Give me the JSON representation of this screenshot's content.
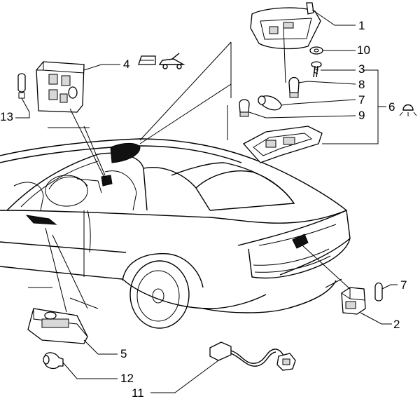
{
  "diagram": {
    "callouts": [
      {
        "id": "interior-roof-lamp",
        "label": "1"
      },
      {
        "id": "license-plate-lamp",
        "label": "2"
      },
      {
        "id": "lamp-screw",
        "label": "3"
      },
      {
        "id": "rear-lamp-switch-panel",
        "label": "4"
      },
      {
        "id": "door-courtesy-lamp",
        "label": "5"
      },
      {
        "id": "roof-lamp-group",
        "label": "6"
      },
      {
        "id": "bulb-upper",
        "label": "7"
      },
      {
        "id": "bulb-lower",
        "label": "7"
      },
      {
        "id": "wedge-bulb",
        "label": "8"
      },
      {
        "id": "festoon-bulb",
        "label": "9"
      },
      {
        "id": "washer",
        "label": "10"
      },
      {
        "id": "wiring-harness",
        "label": "11"
      },
      {
        "id": "door-lamp-bulb",
        "label": "12"
      },
      {
        "id": "panel-bulb",
        "label": "13"
      }
    ],
    "icons": [
      "interior-light-icon",
      "rear-window-icon",
      "tailgate-icon"
    ]
  }
}
